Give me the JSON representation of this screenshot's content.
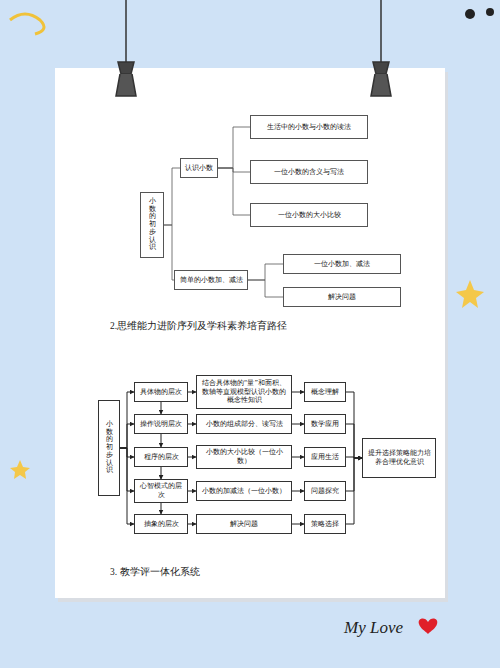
{
  "diagram": {
    "nodes": [
      {
        "text": [
          "小数的初步认识"
        ]
      },
      {
        "text": [
          "认识小数"
        ]
      },
      {
        "text": [
          "生活中的小数与小数的读法"
        ]
      },
      {
        "text": [
          "一位小数的含义与写法"
        ]
      },
      {
        "text": [
          "一位小数的大小比较"
        ]
      },
      {
        "text": [
          "简单的小数加、减法"
        ]
      },
      {
        "text": [
          "一位小数加、减法"
        ]
      },
      {
        "text": [
          "解决问题"
        ]
      },
      {
        "text": [
          "小数的初步认识"
        ]
      },
      {
        "text": [
          "具体物的层次"
        ]
      },
      {
        "text": [
          "结合具体物的“量”和面积、数轴等直观模型认识小数的概念性知识"
        ]
      },
      {
        "text": [
          "概念理解"
        ]
      },
      {
        "text": [
          "操作说明层次"
        ]
      },
      {
        "text": [
          "小数的组成部分、读写法"
        ]
      },
      {
        "text": [
          "数学应用"
        ]
      },
      {
        "text": [
          "程序的层次"
        ]
      },
      {
        "text": [
          "小数的大小比较（一位小数）"
        ]
      },
      {
        "text": [
          "应用生活"
        ]
      },
      {
        "text": [
          "心智模式的层次"
        ]
      },
      {
        "text": [
          "小数的加减法（一位小数）"
        ]
      },
      {
        "text": [
          "问题探究"
        ]
      },
      {
        "text": [
          "抽象的层次"
        ]
      },
      {
        "text": [
          "解决问题"
        ]
      },
      {
        "text": [
          "策略选择"
        ]
      },
      {
        "text": [
          "提升选择策略能力培养合理优化意识"
        ]
      }
    ],
    "edges": [
      {
        "from": 0,
        "to": 1,
        "arrow": "none"
      },
      {
        "from": 0,
        "to": 5,
        "arrow": "none"
      },
      {
        "from": 1,
        "to": 2,
        "arrow": "none"
      },
      {
        "from": 1,
        "to": 3,
        "arrow": "none"
      },
      {
        "from": 1,
        "to": 4,
        "arrow": "none"
      },
      {
        "from": 5,
        "to": 6,
        "arrow": "none"
      },
      {
        "from": 5,
        "to": 7,
        "arrow": "none"
      },
      {
        "from": 8,
        "to": 9,
        "arrow": "to"
      },
      {
        "from": 8,
        "to": 12,
        "arrow": "to"
      },
      {
        "from": 8,
        "to": 15,
        "arrow": "to"
      },
      {
        "from": 8,
        "to": 18,
        "arrow": "to"
      },
      {
        "from": 8,
        "to": 21,
        "arrow": "to"
      },
      {
        "from": 9,
        "to": 12,
        "arrow": "to"
      },
      {
        "from": 12,
        "to": 15,
        "arrow": "to"
      },
      {
        "from": 15,
        "to": 18,
        "arrow": "to"
      },
      {
        "from": 18,
        "to": 21,
        "arrow": "to"
      },
      {
        "from": 9,
        "to": 10,
        "arrow": "to"
      },
      {
        "from": 10,
        "to": 11,
        "arrow": "to"
      },
      {
        "from": 12,
        "to": 13,
        "arrow": "to"
      },
      {
        "from": 13,
        "to": 14,
        "arrow": "to"
      },
      {
        "from": 15,
        "to": 16,
        "arrow": "to"
      },
      {
        "from": 16,
        "to": 17,
        "arrow": "to"
      },
      {
        "from": 18,
        "to": 19,
        "arrow": "to"
      },
      {
        "from": 19,
        "to": 20,
        "arrow": "to"
      },
      {
        "from": 21,
        "to": 22,
        "arrow": "to"
      },
      {
        "from": 22,
        "to": 23,
        "arrow": "to"
      },
      {
        "from": 11,
        "to": 24,
        "arrow": "to"
      },
      {
        "from": 14,
        "to": 24,
        "arrow": "to"
      },
      {
        "from": 17,
        "to": 24,
        "arrow": "to"
      },
      {
        "from": 20,
        "to": 24,
        "arrow": "to"
      },
      {
        "from": 23,
        "to": 24,
        "arrow": "to"
      }
    ],
    "labels": [
      "2.思维能力进阶序列及学科素养培育路径",
      "3. 教学评一体化系统",
      "My Love"
    ]
  }
}
